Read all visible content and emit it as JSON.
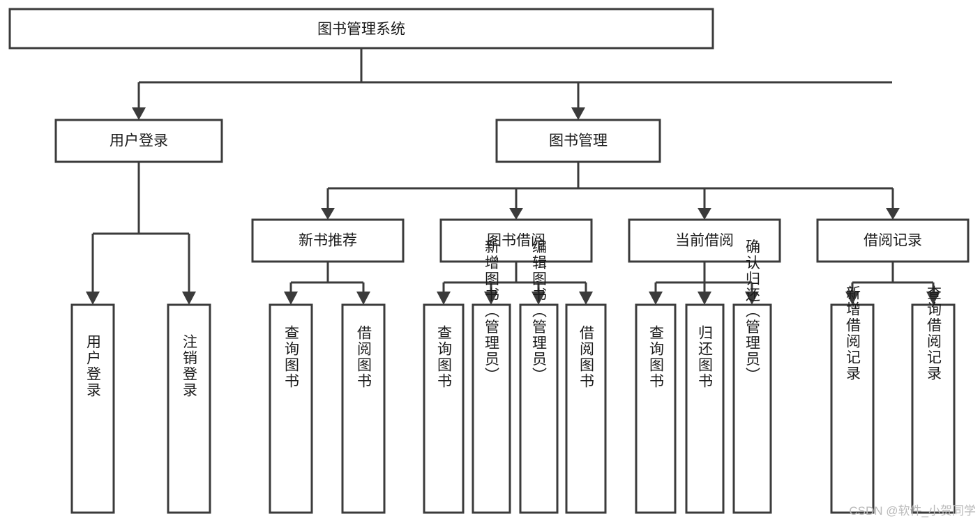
{
  "diagram": {
    "type": "tree-hierarchy",
    "root": {
      "id": "root",
      "label": "图书管理系统"
    },
    "level1": [
      {
        "id": "user-login",
        "label": "用户登录"
      },
      {
        "id": "book-manage",
        "label": "图书管理"
      }
    ],
    "level2": [
      {
        "id": "new-book-rec",
        "label": "新书推荐",
        "parent": "book-manage"
      },
      {
        "id": "book-borrow",
        "label": "图书借阅",
        "parent": "book-manage"
      },
      {
        "id": "current-borrow",
        "label": "当前借阅",
        "parent": "book-manage"
      },
      {
        "id": "borrow-record",
        "label": "借阅记录",
        "parent": "book-manage"
      }
    ],
    "leaves": {
      "user-login": [
        {
          "id": "leaf-user-login",
          "label": "用户登录"
        },
        {
          "id": "leaf-user-logout",
          "label": "注销登录"
        }
      ],
      "new-book-rec": [
        {
          "id": "leaf-query-book-1",
          "label": "查询图书"
        },
        {
          "id": "leaf-borrow-book-1",
          "label": "借阅图书"
        }
      ],
      "book-borrow": [
        {
          "id": "leaf-query-book-2",
          "label": "查询图书"
        },
        {
          "id": "leaf-add-book",
          "label": "新增图书（管理员）"
        },
        {
          "id": "leaf-edit-book",
          "label": "编辑图书（管理员）"
        },
        {
          "id": "leaf-borrow-book-2",
          "label": "借阅图书"
        }
      ],
      "current-borrow": [
        {
          "id": "leaf-query-book-3",
          "label": "查询图书"
        },
        {
          "id": "leaf-return-book",
          "label": "归还图书"
        },
        {
          "id": "leaf-confirm-return",
          "label": "确认归还（管理员）"
        }
      ],
      "borrow-record": [
        {
          "id": "leaf-add-record",
          "label": "新增借阅记录"
        },
        {
          "id": "leaf-query-record",
          "label": "查询借阅记录"
        }
      ]
    },
    "colors": {
      "stroke": "#3b3b3b",
      "fill": "#ffffff",
      "text": "#1a1a1a",
      "watermark": "#b9b9b9"
    }
  },
  "watermark": {
    "text": "CSDN @软件_小贺同学"
  }
}
